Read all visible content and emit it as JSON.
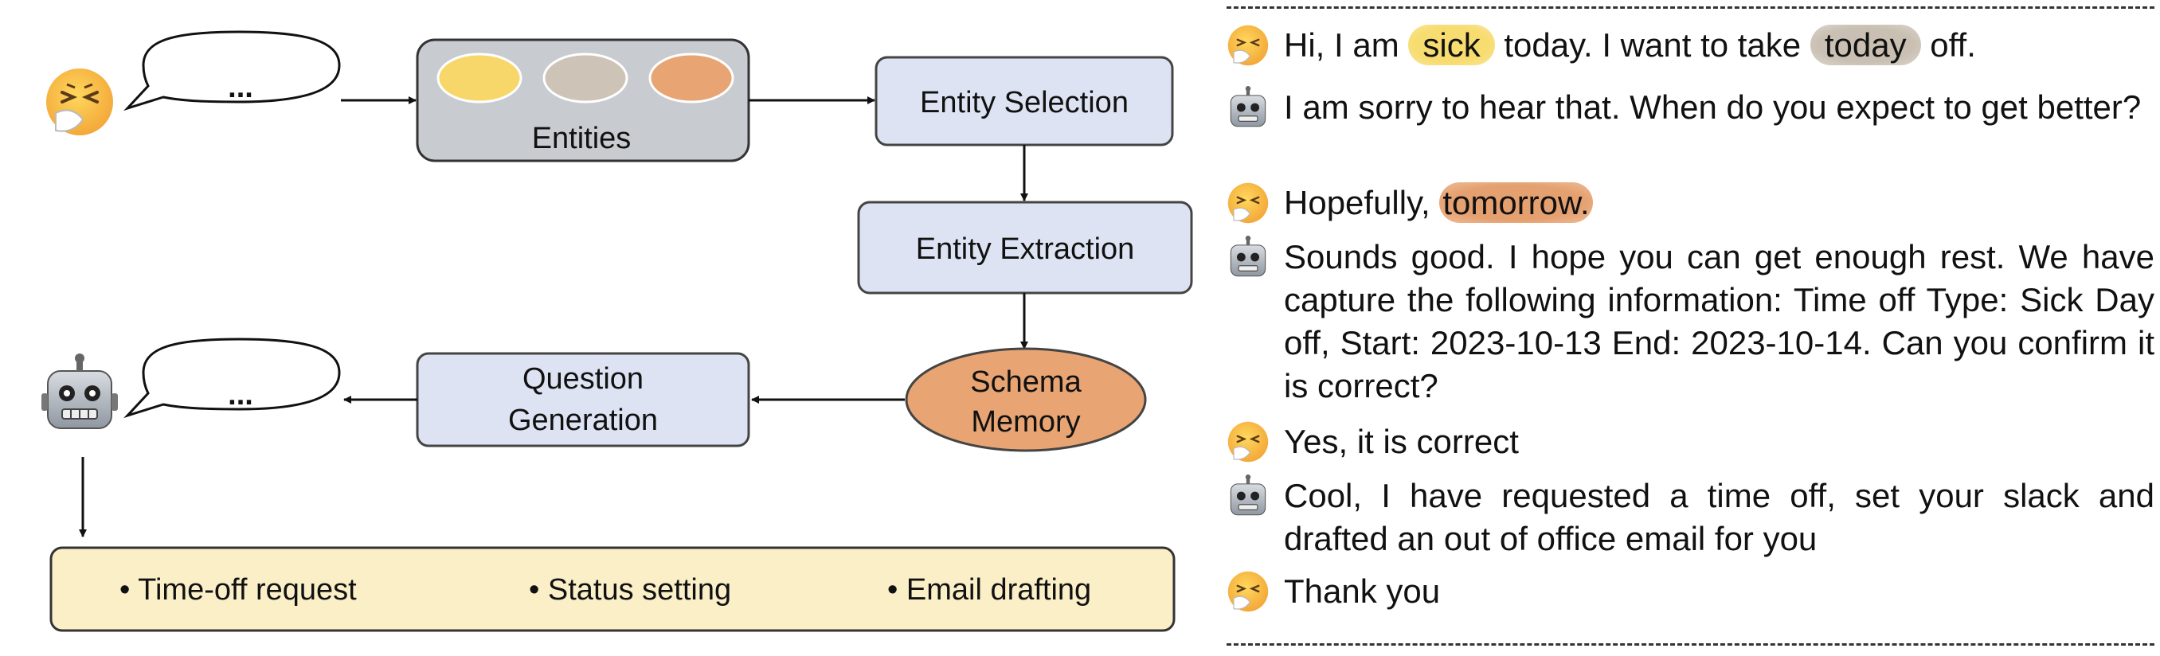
{
  "diagram": {
    "user_bubble_text": "...",
    "bot_bubble_text": "...",
    "entities_label": "Entities",
    "entity_selection_label": "Entity Selection",
    "entity_extraction_label": "Entity Extraction",
    "schema_memory_line1": "Schema",
    "schema_memory_line2": "Memory",
    "question_generation_line1": "Question",
    "question_generation_line2": "Generation",
    "actions": [
      "• Time-off request",
      "• Status setting",
      "• Email drafting"
    ],
    "colors": {
      "entity_yellow": "#f7d66a",
      "entity_gray": "#cdc3b6",
      "entity_orange": "#e8a573",
      "blue_box": "#dde3f2",
      "entities_box": "#c8ccd0",
      "actions_box": "#fbefc8"
    }
  },
  "chat": {
    "messages": [
      {
        "speaker": "user",
        "pre": "Hi, I am",
        "hl1": "sick",
        "mid": "today. I want to take",
        "hl2": "today",
        "post": "off."
      },
      {
        "speaker": "bot",
        "text": "I am sorry to hear that. When do you expect to get better?"
      },
      {
        "speaker": "user",
        "pre": "Hopefully,",
        "hl": "tomorrow."
      },
      {
        "speaker": "bot",
        "text": "Sounds good. I hope you can get enough rest. We have capture the following information: Time off Type: Sick Day off, Start: 2023-10-13 End: 2023-10-14. Can you confirm it is correct?"
      },
      {
        "speaker": "user",
        "text": "Yes, it is correct"
      },
      {
        "speaker": "bot",
        "text": "Cool, I have requested a time off, set your slack and drafted an out of office email for you"
      },
      {
        "speaker": "user",
        "text": "Thank you"
      }
    ]
  },
  "icons": {
    "user": "sneezing-face-icon",
    "bot": "robot-face-icon"
  }
}
